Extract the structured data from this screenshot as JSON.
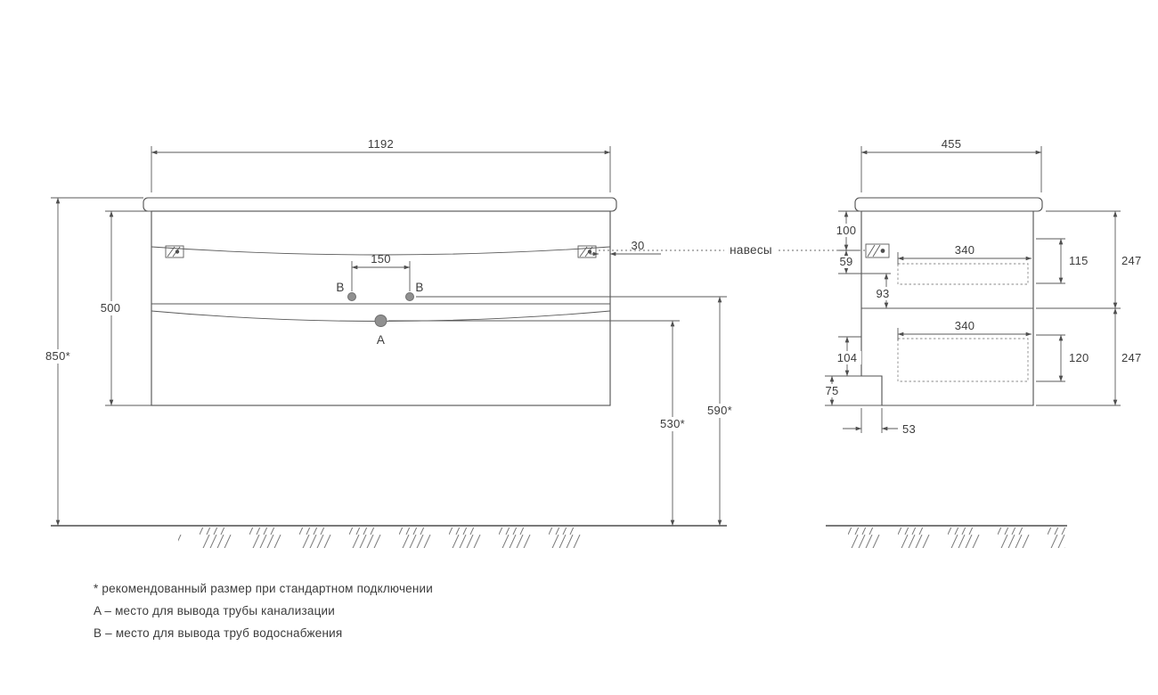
{
  "front_view": {
    "width": "1192",
    "height": "500",
    "mount_height": "850*",
    "hole_spacing": "150",
    "hanger_offset": "30",
    "drain_height": "530*",
    "supply_height": "590*",
    "point_a": "A",
    "point_b": "B"
  },
  "side_view": {
    "depth": "455",
    "top_offset": "100",
    "hanger_gap": "59",
    "inner_gap": "93",
    "drawer_depth_top": "340",
    "drawer_depth_bottom": "340",
    "inner_height_top": "115",
    "front_height_top": "247",
    "inner_height_bottom": "120",
    "front_height_bottom": "247",
    "bottom_gap": "104",
    "notch_height": "75",
    "notch_depth": "53"
  },
  "labels": {
    "hangers": "навесы"
  },
  "footnotes": [
    "* рекомендованный размер при стандартном подключении",
    "A – место для вывода трубы канализации",
    "B – место для вывода труб водоснабжения"
  ],
  "colors": {
    "line": "#4f4f4f",
    "text": "#3c3c3c",
    "hole_fill": "#909090"
  }
}
